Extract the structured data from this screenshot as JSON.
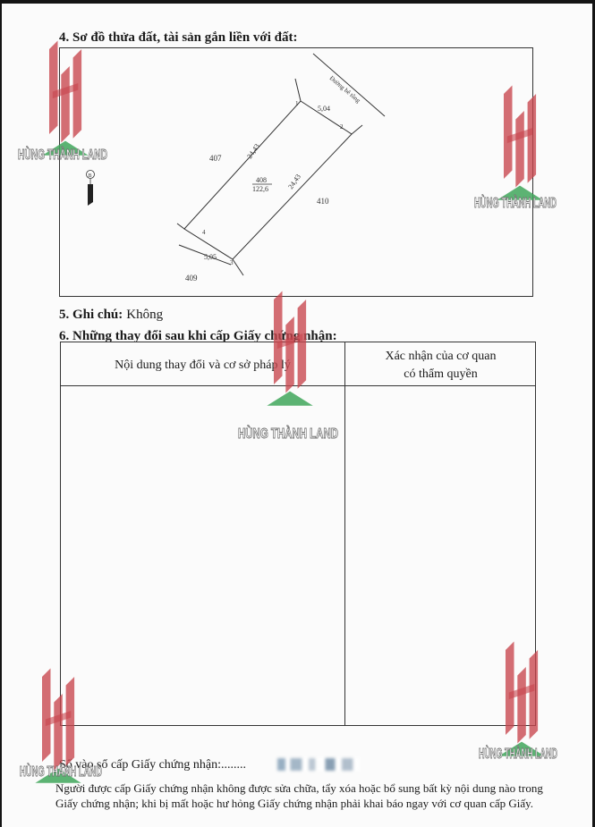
{
  "section4": {
    "number": "4.",
    "title": "Sơ đồ thửa đất, tài sản gắn liền với đất:"
  },
  "map": {
    "road_label": "Đường bê tông",
    "parcel_main": "408",
    "parcel_area": "122,6",
    "parcel_left": "407",
    "parcel_right": "410",
    "parcel_bottom": "409",
    "corners": [
      "1",
      "2",
      "3",
      "4"
    ],
    "edge_top": "5,04",
    "edge_bottom": "5,05",
    "edge_left": "24,43",
    "edge_right": "24,43",
    "north_symbol": "B"
  },
  "section5": {
    "title": "5. Ghi chú:",
    "value": "Không"
  },
  "section6": {
    "title": "6. Những thay đổi sau khi cấp Giấy chứng nhận:",
    "col1_header": "Nội dung thay đổi và cơ sở pháp lý",
    "col2_header_line1": "Xác nhận của cơ quan",
    "col2_header_line2": "có thẩm quyền"
  },
  "footer": {
    "registry_label": "Số vào sổ cấp Giấy chứng nhận:........",
    "note_line1": "Người được cấp Giấy chứng nhận không được sửa chữa, tẩy xóa hoặc bổ sung bất kỳ nội dung nào trong",
    "note_line2": "Giấy chứng nhận; khi bị mất hoặc hư hỏng Giấy chứng nhận phải khai báo ngay với cơ quan cấp Giấy."
  },
  "watermark": {
    "text": "HÙNG THÀNH LAND",
    "colors": {
      "mark": "#c8454d",
      "triangle": "#3fa65a",
      "text_stroke": "#7a7a7a"
    }
  }
}
